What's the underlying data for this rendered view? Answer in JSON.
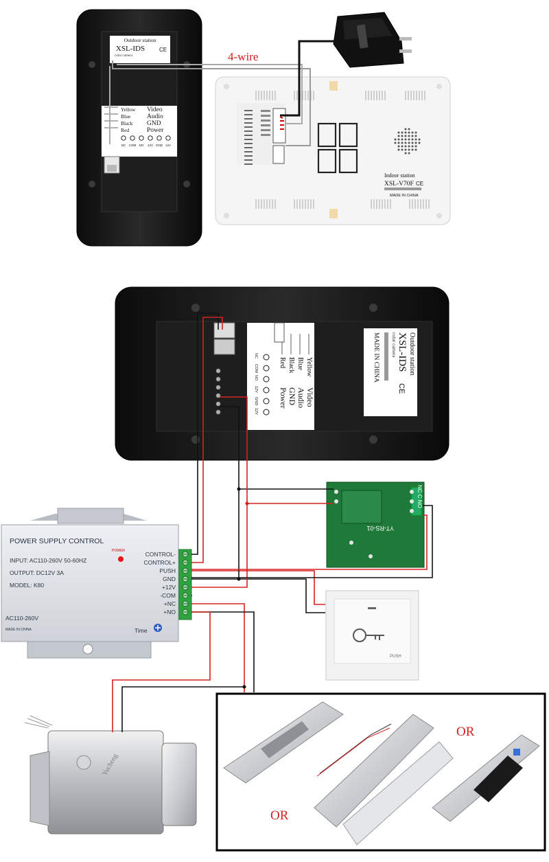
{
  "top_wire_label": "4-wire",
  "outdoor_station_top": {
    "title": "Outdoor station",
    "model": "XSL-IDS",
    "sub": "color camera",
    "wire_colors": [
      "Yellow",
      "Blue",
      "Black",
      "Red"
    ],
    "signals": [
      "Video",
      "Audio",
      "GND",
      "Power"
    ],
    "terminals": [
      "NC",
      "COM",
      "NO",
      "12V",
      "GND",
      "12V"
    ]
  },
  "indoor_station": {
    "title": "Indoor station",
    "model": "XSL-V70F",
    "made_in": "MADE IN CHINA"
  },
  "outdoor_station_bottom": {
    "title": "Outdoor station",
    "model": "XSL-IDS",
    "sub": "color camera",
    "made_in": "MADE IN CHINA",
    "wire_colors": [
      "Yellow",
      "Blue",
      "Black",
      "Red"
    ],
    "signals": [
      "Video",
      "Audio",
      "GND",
      "Power"
    ],
    "terminals": [
      "NC",
      "COM",
      "NO",
      "12V",
      "GND",
      "12V"
    ]
  },
  "power_supply": {
    "title": "POWER SUPPLY CONTROL",
    "input": "INPUT: AC110-260V 50-60HZ",
    "output": "OUTPUT: DC12V 3A",
    "model": "MODEL: K80",
    "ac": "AC110-260V",
    "made": "MADE IN CHINA",
    "power_led": "POWER",
    "time": "Time",
    "terminals": [
      "CONTROL-",
      "CONTROL+",
      "PUSH",
      "GND",
      "+12V",
      "-COM",
      "+NC",
      "+NO"
    ]
  },
  "relay_board": {
    "label": "YT-RS-01",
    "contacts": [
      "NC",
      "C",
      "NO"
    ]
  },
  "push_button": {
    "label": "PUSH"
  },
  "or_labels": [
    "OR",
    "OR"
  ],
  "colors": {
    "red_wire": "#d62020",
    "black_wire": "#111111",
    "or_text": "#d62020"
  }
}
